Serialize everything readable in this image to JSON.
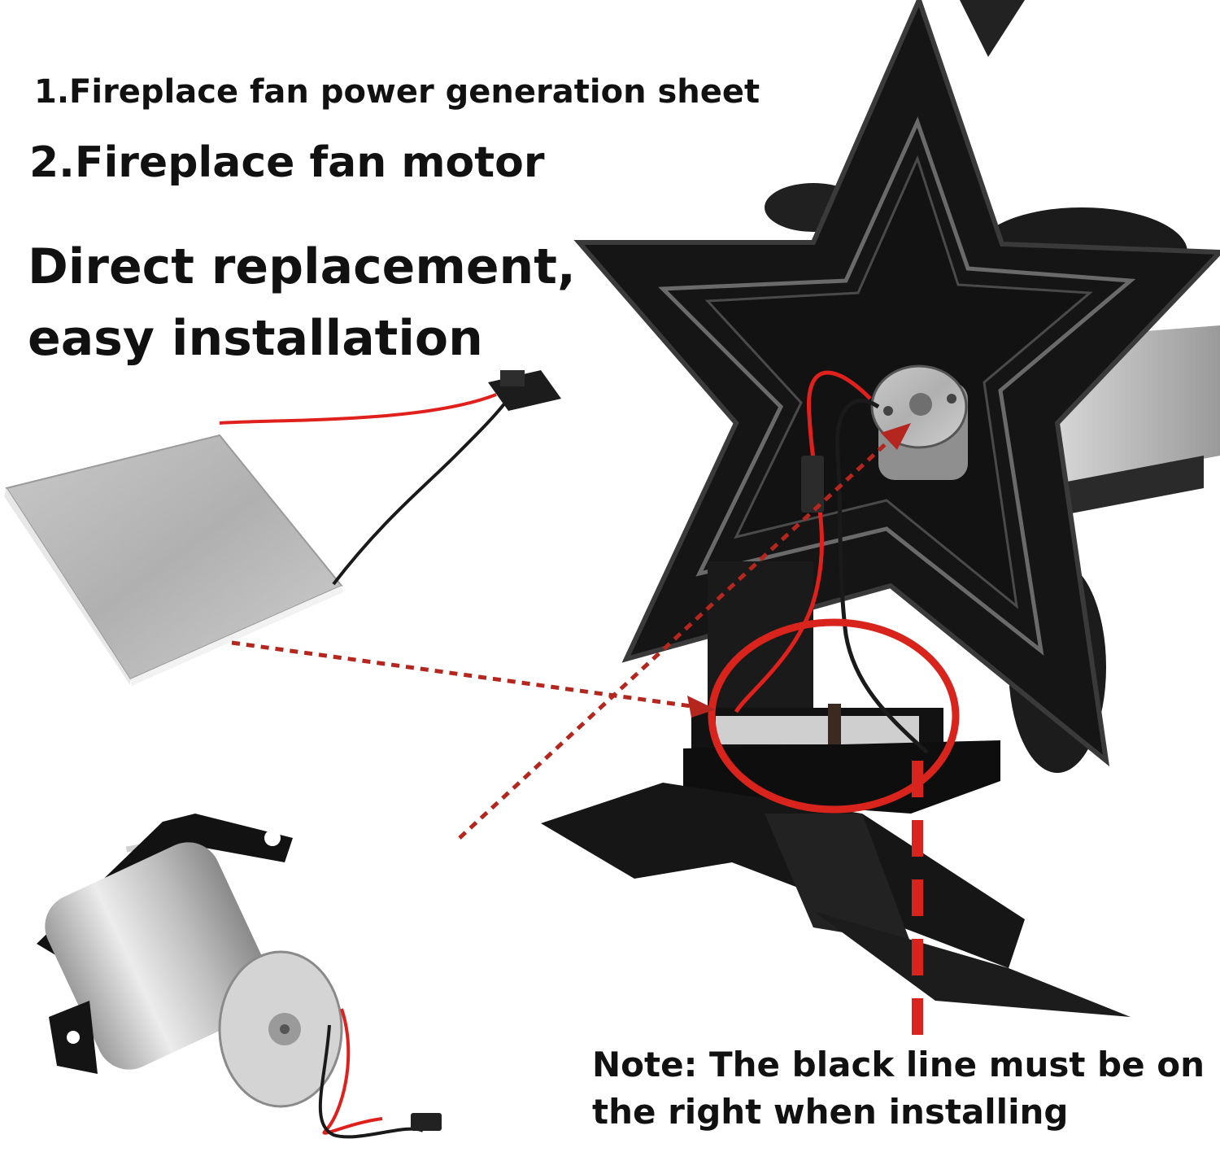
{
  "captions": {
    "line1": "1.Fireplace fan power generation sheet",
    "line2": "2.Fireplace fan motor",
    "headline_1": "Direct replacement,",
    "headline_2": "easy installation"
  },
  "note": {
    "line1": "Note: The black line must be on",
    "line2": "the right when installing"
  },
  "colors": {
    "text": "#111111",
    "fan_body": "#151515",
    "wire_red": "#e0201c",
    "wire_black": "#1a1a1a",
    "arrow": "#b5261e",
    "highlight_circle": "#d8241c",
    "metal": "#b8b8b8"
  }
}
